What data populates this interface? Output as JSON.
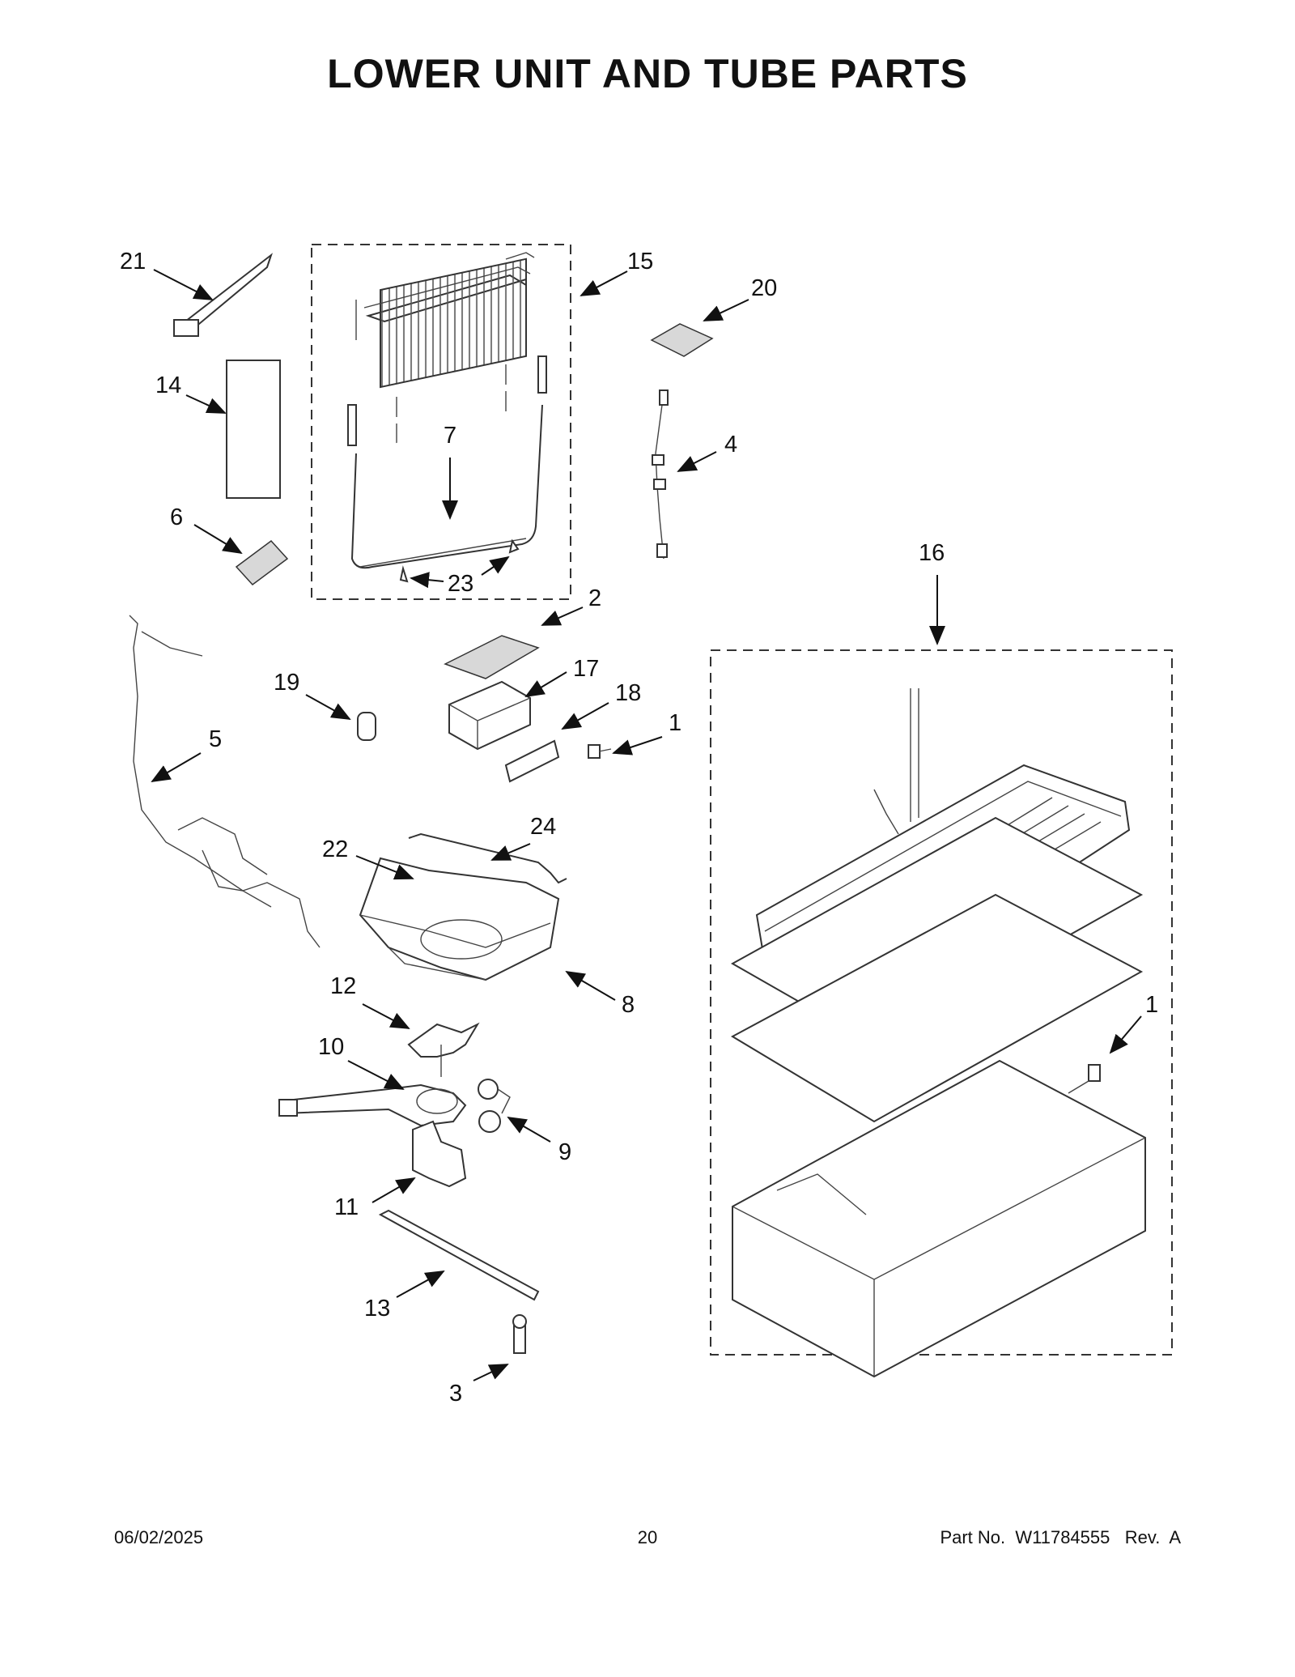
{
  "title": "LOWER UNIT AND TUBE PARTS",
  "callouts": [
    "21",
    "15",
    "20",
    "14",
    "7",
    "4",
    "6",
    "23",
    "16",
    "2",
    "17",
    "18",
    "1",
    "19",
    "5",
    "24",
    "22",
    "8",
    "12",
    "10",
    "9",
    "11",
    "13",
    "3",
    "1"
  ],
  "footer": {
    "date": "06/02/2025",
    "page": "20",
    "part_no": "Part No.  W11784555   Rev.  A"
  }
}
